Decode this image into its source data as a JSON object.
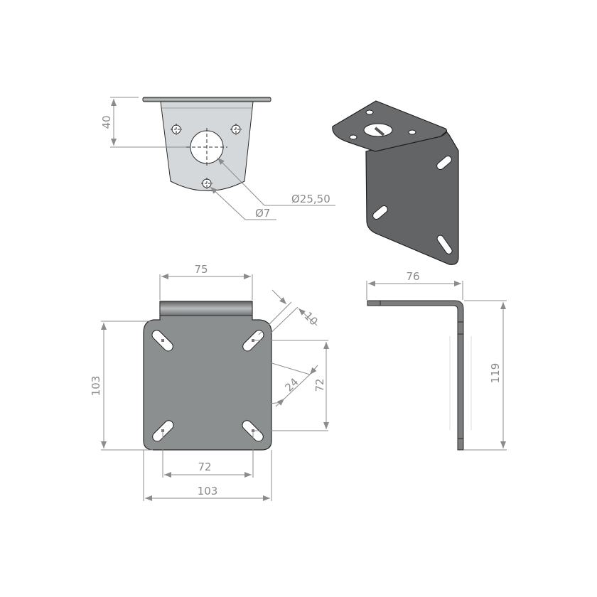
{
  "drawing": {
    "type": "L-bracket technical drawing",
    "colors": {
      "plate_flat": "#8c8f90",
      "plate_light": "#d4d8da",
      "plate_iso": "#636466",
      "outline": "#2a2a2a",
      "dimension": "#8c8c8c",
      "background": "#ffffff"
    },
    "top_view": {
      "dimensions": {
        "height_to_center": "40",
        "hole_small": "Ø7",
        "hole_large": "Ø25,50"
      }
    },
    "front_view": {
      "dimensions": {
        "tab_width": "75",
        "overall_height": "103",
        "overall_width": "103",
        "hole_spacing_horizontal": "72",
        "hole_spacing_vertical": "72",
        "slot_width": "10",
        "slot_length": "24"
      }
    },
    "side_view": {
      "dimensions": {
        "flange_length": "76",
        "overall_height": "119"
      }
    }
  }
}
